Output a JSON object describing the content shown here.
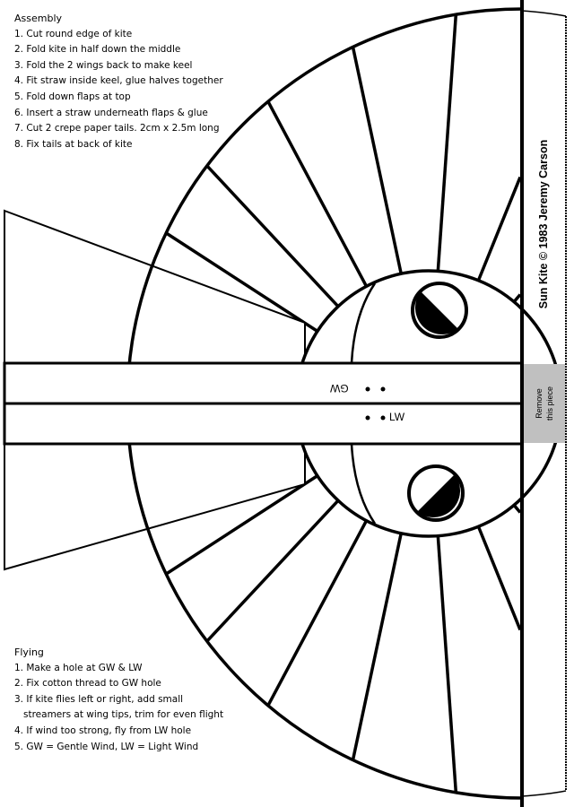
{
  "assembly": {
    "title": "Assembly",
    "steps": [
      "1. Cut round edge of kite",
      "2. Fold kite in half down the middle",
      "3. Fold the 2 wings back to make keel",
      "4. Fit straw inside keel, glue halves together",
      "5. Fold down flaps at top",
      "6. Insert a straw underneath flaps & glue",
      "7. Cut 2 crepe paper tails. 2cm x 2.5m long",
      "8. Fix tails at back of kite"
    ]
  },
  "flying": {
    "title": "Flying",
    "steps": [
      "1. Make a hole at GW & LW",
      "2. Fix cotton thread to GW hole",
      "3. If kite flies left or right, add small",
      "streamers at wing tips, trim for even flight",
      "4. If wind too strong, fly from LW hole",
      "5. GW = Gentle Wind, LW = Light Wind"
    ]
  },
  "holes": {
    "gw": "GW",
    "lw": "LW"
  },
  "credit": "Sun Kite © 1983 Jeremy Carson",
  "remove_tab": {
    "line1": "Remove",
    "line2": "this piece",
    "color": "#c0c0c0"
  }
}
